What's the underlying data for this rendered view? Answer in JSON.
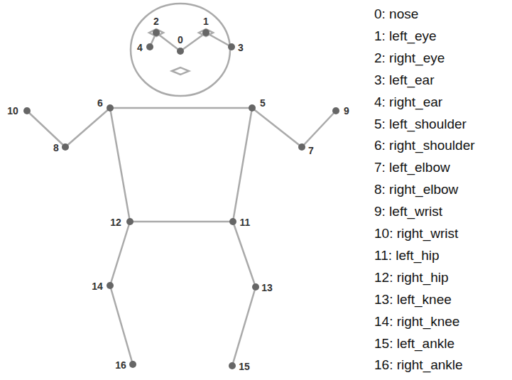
{
  "diagram": {
    "labels": [
      "0",
      "1",
      "2",
      "3",
      "4",
      "5",
      "6",
      "7",
      "8",
      "9",
      "10",
      "11",
      "12",
      "13",
      "14",
      "15",
      "16",
      "0: nose",
      "1: left_eye",
      "2: right_eye",
      "3: left_ear",
      "4: right_ear",
      "5: left_shoulder",
      "6: right_shoulder",
      "7: left_elbow",
      "8: right_elbow",
      "9: left_wrist",
      "10: right_wrist",
      "11: left_hip",
      "12: right_hip",
      "13: left_knee",
      "14: right_knee",
      "15: left_ankle",
      "16: right_ankle"
    ]
  }
}
